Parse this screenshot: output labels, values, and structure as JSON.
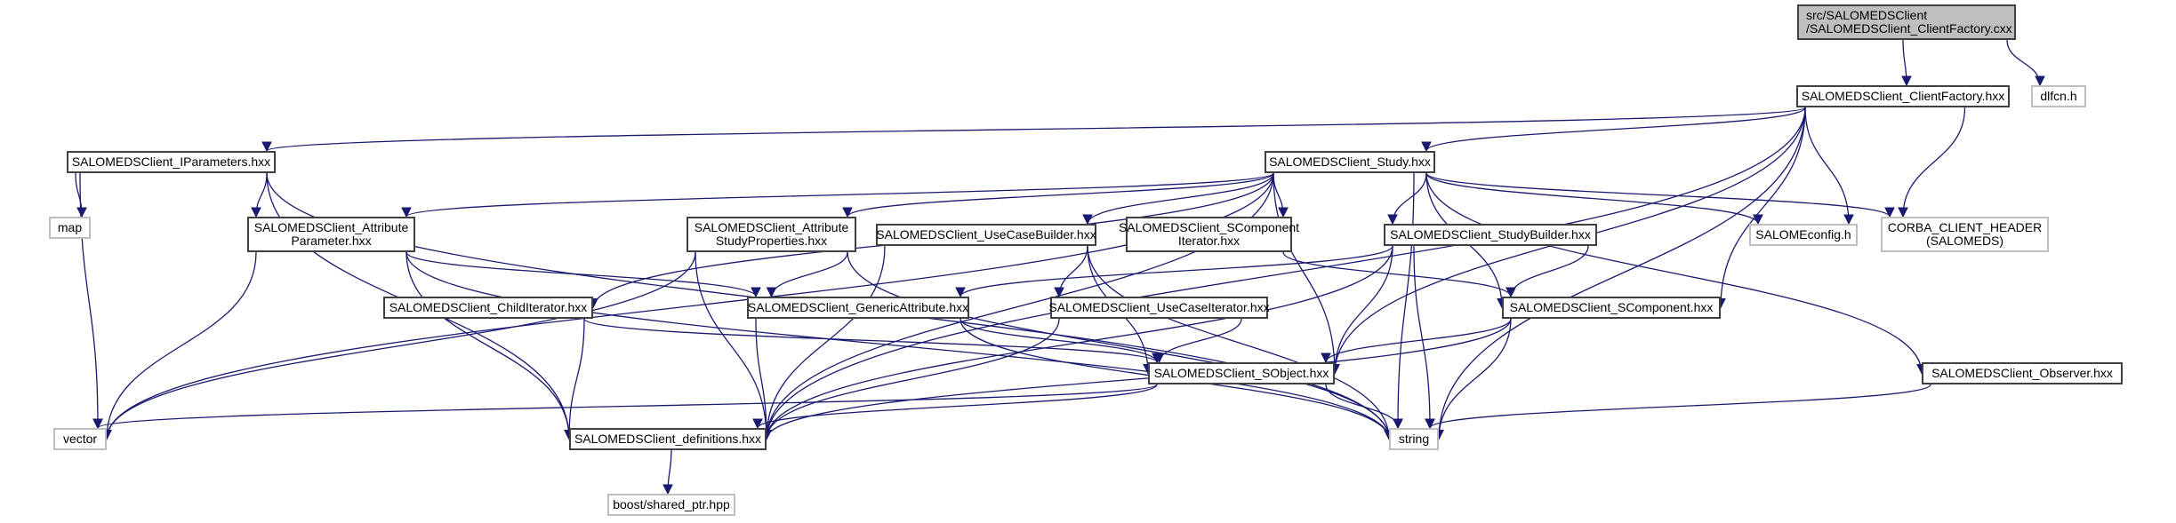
{
  "diagram": {
    "type": "include-dependency-graph",
    "edge_color": "#191970",
    "nodes": [
      {
        "id": "root",
        "kind": "root",
        "lines": [
          "src/SALOMEDSClient",
          "/SALOMEDSClient_ClientFactory.cxx"
        ]
      },
      {
        "id": "dlfcn",
        "kind": "external",
        "lines": [
          "dlfcn.h"
        ]
      },
      {
        "id": "factory_hxx",
        "kind": "internal",
        "lines": [
          "SALOMEDSClient_ClientFactory.hxx"
        ]
      },
      {
        "id": "iparams",
        "kind": "internal",
        "lines": [
          "SALOMEDSClient_IParameters.hxx"
        ]
      },
      {
        "id": "study",
        "kind": "internal",
        "lines": [
          "SALOMEDSClient_Study.hxx"
        ]
      },
      {
        "id": "map",
        "kind": "external",
        "lines": [
          "map"
        ]
      },
      {
        "id": "attr_param",
        "kind": "internal",
        "lines": [
          "SALOMEDSClient_Attribute",
          "Parameter.hxx"
        ]
      },
      {
        "id": "attr_studyprops",
        "kind": "internal",
        "lines": [
          "SALOMEDSClient_Attribute",
          "StudyProperties.hxx"
        ]
      },
      {
        "id": "usecasebuilder",
        "kind": "internal",
        "lines": [
          "SALOMEDSClient_UseCaseBuilder.hxx"
        ]
      },
      {
        "id": "scompiter",
        "kind": "internal",
        "lines": [
          "SALOMEDSClient_SComponent",
          "Iterator.hxx"
        ]
      },
      {
        "id": "studybuilder",
        "kind": "internal",
        "lines": [
          "SALOMEDSClient_StudyBuilder.hxx"
        ]
      },
      {
        "id": "salomeconfig",
        "kind": "external",
        "lines": [
          "SALOMEconfig.h"
        ]
      },
      {
        "id": "corba",
        "kind": "external",
        "lines": [
          "CORBA_CLIENT_HEADER",
          "(SALOMEDS)"
        ]
      },
      {
        "id": "childiter",
        "kind": "internal",
        "lines": [
          "SALOMEDSClient_ChildIterator.hxx"
        ]
      },
      {
        "id": "genericattr",
        "kind": "internal",
        "lines": [
          "SALOMEDSClient_GenericAttribute.hxx"
        ]
      },
      {
        "id": "usecaseiter",
        "kind": "internal",
        "lines": [
          "SALOMEDSClient_UseCaseIterator.hxx"
        ]
      },
      {
        "id": "scomponent",
        "kind": "internal",
        "lines": [
          "SALOMEDSClient_SComponent.hxx"
        ]
      },
      {
        "id": "sobject",
        "kind": "internal",
        "lines": [
          "SALOMEDSClient_SObject.hxx"
        ]
      },
      {
        "id": "observer",
        "kind": "internal",
        "lines": [
          "SALOMEDSClient_Observer.hxx"
        ]
      },
      {
        "id": "vector",
        "kind": "external",
        "lines": [
          "vector"
        ]
      },
      {
        "id": "definitions",
        "kind": "internal",
        "lines": [
          "SALOMEDSClient_definitions.hxx"
        ]
      },
      {
        "id": "string",
        "kind": "external",
        "lines": [
          "string"
        ]
      },
      {
        "id": "shared_ptr",
        "kind": "external",
        "lines": [
          "boost/shared_ptr.hpp"
        ]
      }
    ],
    "edges": [
      [
        "root",
        "factory_hxx"
      ],
      [
        "root",
        "dlfcn"
      ],
      [
        "factory_hxx",
        "iparams"
      ],
      [
        "factory_hxx",
        "study"
      ],
      [
        "factory_hxx",
        "definitions"
      ],
      [
        "factory_hxx",
        "salomeconfig"
      ],
      [
        "factory_hxx",
        "corba"
      ],
      [
        "factory_hxx",
        "scomponent"
      ],
      [
        "factory_hxx",
        "sobject"
      ],
      [
        "factory_hxx",
        "string"
      ],
      [
        "iparams",
        "map"
      ],
      [
        "iparams",
        "vector"
      ],
      [
        "iparams",
        "attr_param"
      ],
      [
        "iparams",
        "definitions"
      ],
      [
        "iparams",
        "string"
      ],
      [
        "study",
        "attr_param"
      ],
      [
        "study",
        "attr_studyprops"
      ],
      [
        "study",
        "usecasebuilder"
      ],
      [
        "study",
        "scompiter"
      ],
      [
        "study",
        "studybuilder"
      ],
      [
        "study",
        "salomeconfig"
      ],
      [
        "study",
        "corba"
      ],
      [
        "study",
        "childiter"
      ],
      [
        "study",
        "sobject"
      ],
      [
        "study",
        "scomponent"
      ],
      [
        "study",
        "observer"
      ],
      [
        "study",
        "vector"
      ],
      [
        "study",
        "definitions"
      ],
      [
        "study",
        "string"
      ],
      [
        "attr_param",
        "genericattr"
      ],
      [
        "attr_param",
        "vector"
      ],
      [
        "attr_param",
        "definitions"
      ],
      [
        "attr_param",
        "string"
      ],
      [
        "attr_studyprops",
        "genericattr"
      ],
      [
        "attr_studyprops",
        "vector"
      ],
      [
        "attr_studyprops",
        "definitions"
      ],
      [
        "attr_studyprops",
        "string"
      ],
      [
        "usecasebuilder",
        "usecaseiter"
      ],
      [
        "usecasebuilder",
        "sobject"
      ],
      [
        "usecasebuilder",
        "definitions"
      ],
      [
        "usecasebuilder",
        "string"
      ],
      [
        "scompiter",
        "scomponent"
      ],
      [
        "studybuilder",
        "genericattr"
      ],
      [
        "studybuilder",
        "sobject"
      ],
      [
        "studybuilder",
        "scomponent"
      ],
      [
        "studybuilder",
        "definitions"
      ],
      [
        "studybuilder",
        "string"
      ],
      [
        "childiter",
        "sobject"
      ],
      [
        "childiter",
        "definitions"
      ],
      [
        "genericattr",
        "sobject"
      ],
      [
        "genericattr",
        "definitions"
      ],
      [
        "genericattr",
        "string"
      ],
      [
        "usecaseiter",
        "sobject"
      ],
      [
        "usecaseiter",
        "definitions"
      ],
      [
        "scomponent",
        "sobject"
      ],
      [
        "scomponent",
        "definitions"
      ],
      [
        "scomponent",
        "string"
      ],
      [
        "sobject",
        "vector"
      ],
      [
        "sobject",
        "definitions"
      ],
      [
        "sobject",
        "string"
      ],
      [
        "observer",
        "string"
      ],
      [
        "definitions",
        "shared_ptr"
      ]
    ]
  }
}
